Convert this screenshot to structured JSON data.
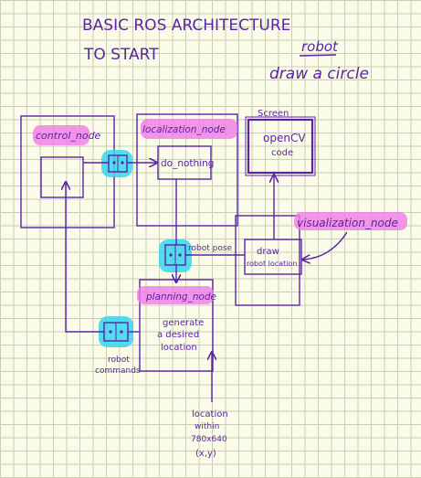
{
  "title": {
    "line1": "BASIC ROS ARCHITECTURE",
    "line2": "TO START"
  },
  "goal": {
    "line1": "robot",
    "line2": "draw a circle"
  },
  "screen": {
    "label": "Screen",
    "line1": "openCV",
    "line2": "code"
  },
  "nodes": {
    "control": "control_node",
    "localization": "localization_node",
    "localization_inner": "do_nothing",
    "visualization": "visualization_node",
    "visualization_inner1": "draw",
    "visualization_inner2": "robot location",
    "planning": "planning_node",
    "planning_inner1": "generate",
    "planning_inner2": "a desired",
    "planning_inner3": "location"
  },
  "topics": {
    "robot_pose": "robot pose",
    "robot_commands1": "robot",
    "robot_commands2": "commands"
  },
  "input_note": {
    "line1": "location",
    "line2": "within",
    "line3": "780x640",
    "line4": "(x,y)"
  },
  "colors": {
    "ink": "#5b23a8",
    "highlight_pink": "#f07ae6",
    "highlight_cyan": "#34d6ee",
    "grid": "#c9cfb3",
    "paper": "#fbfbe9"
  }
}
